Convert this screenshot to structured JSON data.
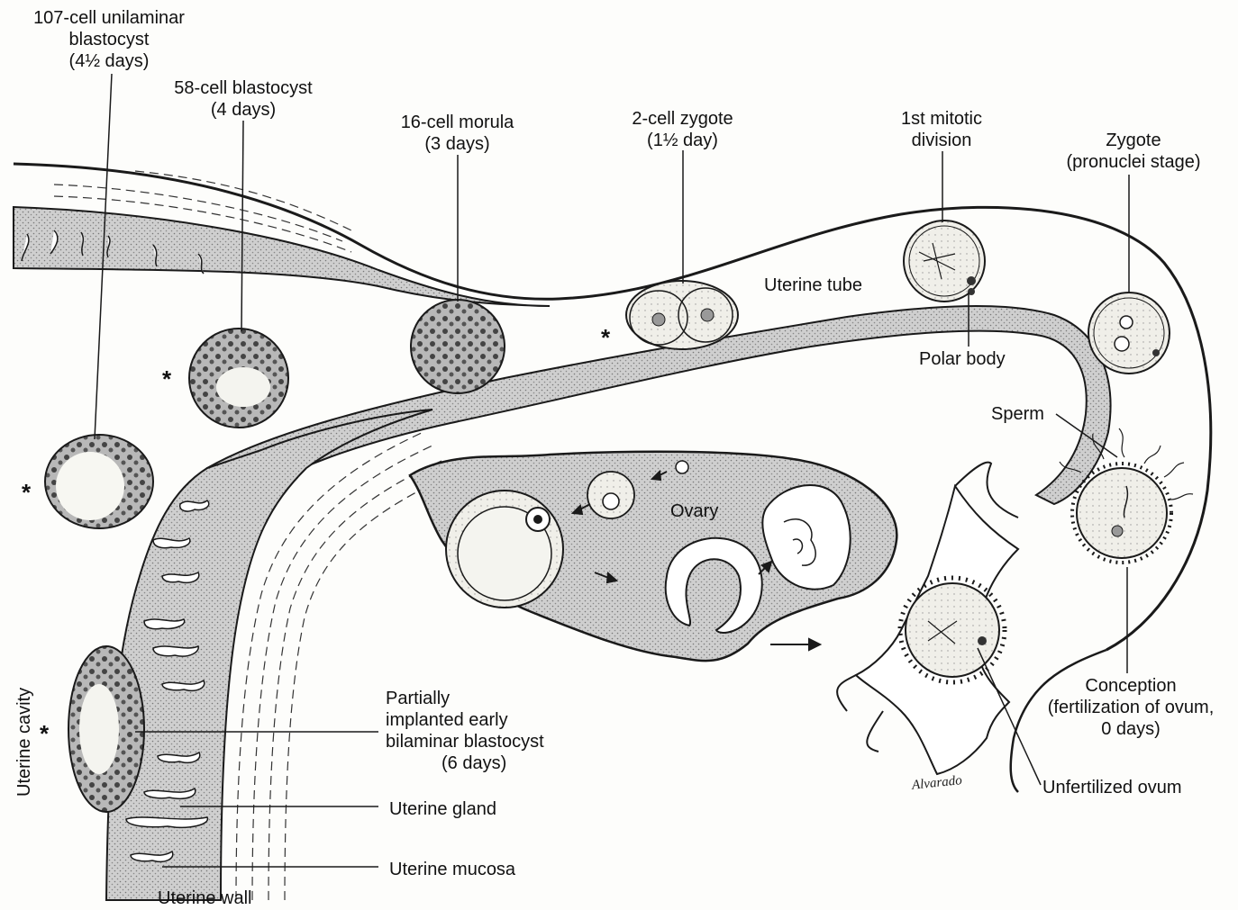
{
  "labels": {
    "blast107_line1": "107-cell unilaminar",
    "blast107_line2": "blastocyst",
    "blast107_line3": "(4½ days)",
    "blast58_line1": "58-cell blastocyst",
    "blast58_line2": "(4 days)",
    "morula_line1": "16-cell morula",
    "morula_line2": "(3 days)",
    "zygote2_line1": "2-cell zygote",
    "zygote2_line2": "(1½ day)",
    "mitotic_line1": "1st mitotic",
    "mitotic_line2": "division",
    "zygote_line1": "Zygote",
    "zygote_line2": "(pronuclei stage)",
    "uterine_tube": "Uterine tube",
    "polar_body": "Polar body",
    "sperm": "Sperm",
    "ovary": "Ovary",
    "partial_line1": "Partially",
    "partial_line2": "implanted early",
    "partial_line3": "bilaminar blastocyst",
    "partial_line4": "(6 days)",
    "uterine_gland": "Uterine gland",
    "uterine_mucosa": "Uterine mucosa",
    "uterine_wall": "Uterine wall",
    "uterine_cavity": "Uterine cavity",
    "conception_line1": "Conception",
    "conception_line2": "(fertilization of ovum,",
    "conception_line3": "0 days)",
    "unfertilized_ovum": "Unfertilized ovum",
    "signature": "Alvarado",
    "asterisk": "*"
  },
  "colors": {
    "stipple": "#bdbdbd",
    "line": "#1a1a1a",
    "paper": "#fdfdfb"
  }
}
